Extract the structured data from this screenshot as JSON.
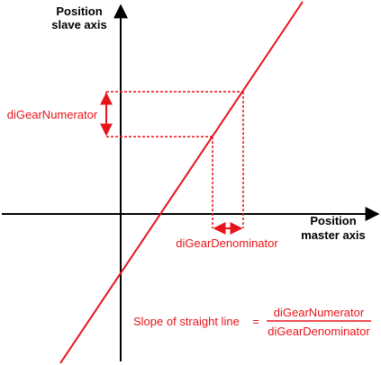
{
  "axes": {
    "y_label": [
      "Position",
      "slave axis"
    ],
    "x_label": [
      "Position",
      "master axis"
    ]
  },
  "annotations": {
    "numerator": "diGearNumerator",
    "denominator": "diGearDenominator"
  },
  "formula": {
    "prefix": "Slope of straight line",
    "equals": "=",
    "numerator": "diGearNumerator",
    "denominator": "diGearDenominator"
  },
  "colors": {
    "line": "#e8141b",
    "axis": "#000000"
  }
}
